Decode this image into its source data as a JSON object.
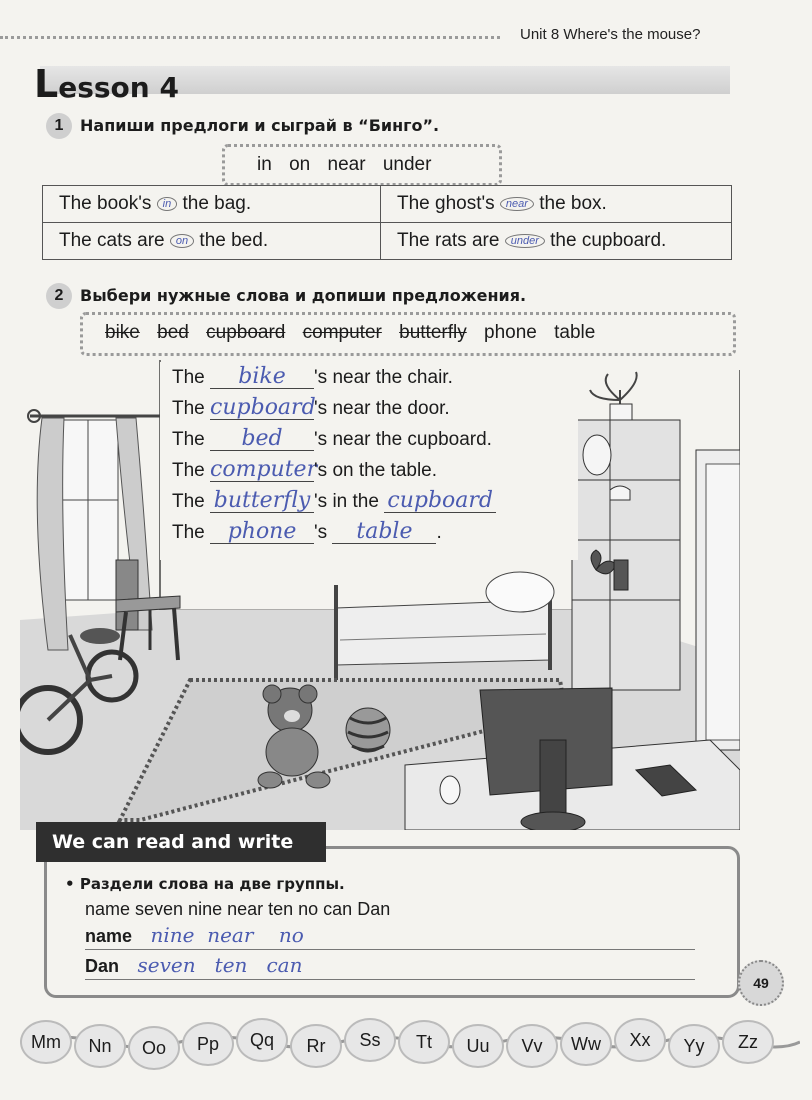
{
  "header": {
    "unit_title": "Unit 8 Where's the mouse?"
  },
  "lesson": {
    "first_letter": "L",
    "rest": "esson 4"
  },
  "ex1": {
    "number": "1",
    "instruction": "Напиши предлоги и сыграй в “Бинго”.",
    "words": [
      "in",
      "on",
      "near",
      "under"
    ],
    "rows": [
      {
        "a_pre": "The book's",
        "a_ans": "in",
        "a_post": "the bag.",
        "b_pre": "The ghost's",
        "b_ans": "near",
        "b_post": "the box."
      },
      {
        "a_pre": "The cats are",
        "a_ans": "on",
        "a_post": "the bed.",
        "b_pre": "The rats are",
        "b_ans": "under",
        "b_post": "the cupboard."
      }
    ]
  },
  "ex2": {
    "number": "2",
    "instruction": "Выбери нужные слова и допиши предложения.",
    "words": [
      {
        "text": "bike",
        "struck": true
      },
      {
        "text": "bed",
        "struck": true
      },
      {
        "text": "cupboard",
        "struck": true
      },
      {
        "text": "computer",
        "struck": true
      },
      {
        "text": "butterfly",
        "struck": true
      },
      {
        "text": "phone",
        "struck": false
      },
      {
        "text": "table",
        "struck": false
      }
    ],
    "sentences": [
      {
        "pre": "The",
        "ans": "bike",
        "post": "'s near the chair."
      },
      {
        "pre": "The",
        "ans": "cupboard",
        "post": "'s near the door."
      },
      {
        "pre": "The",
        "ans": "bed",
        "post": "'s near the cupboard."
      },
      {
        "pre": "The",
        "ans": "computer",
        "post": "'s on the table."
      },
      {
        "pre": "The",
        "ans": "butterfly",
        "post": "'s in the",
        "ans2": "cupboard"
      },
      {
        "pre": "The",
        "ans": "phone",
        "post": "'s",
        "ans2": "table",
        "end": "."
      }
    ]
  },
  "read_write": {
    "banner": "We can read and write",
    "bullet": "•",
    "instruction": "Раздели слова на две группы.",
    "words": "name seven nine near ten no can Dan",
    "group1_label": "name",
    "group1_answer": "nine  near    no",
    "group2_label": "Dan",
    "group2_answer": "seven   ten   can"
  },
  "page_number": "49",
  "alphabet": [
    "Mm",
    "Nn",
    "Oo",
    "Pp",
    "Qq",
    "Rr",
    "Ss",
    "Tt",
    "Uu",
    "Vv",
    "Ww",
    "Xx",
    "Yy",
    "Zz"
  ]
}
